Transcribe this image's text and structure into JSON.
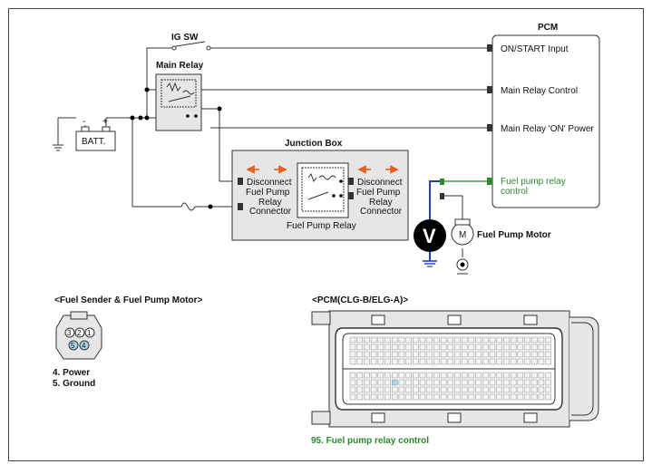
{
  "ig_sw_label": "IG SW",
  "main_relay_label": "Main Relay",
  "batt_label": "BATT.",
  "batt_minus": "-",
  "batt_plus": "+",
  "pcm_title": "PCM",
  "pcm_inputs": [
    "ON/START Input",
    "Main Relay Control",
    "Main Relay 'ON' Power"
  ],
  "pcm_fuel_line1": "Fuel pump relay",
  "pcm_fuel_line2": "control",
  "junction_box_label": "Junction Box",
  "disconnect_left": [
    "Disconnect",
    "Fuel Pump",
    "Relay",
    "Connector"
  ],
  "disconnect_right": [
    "Disconnect",
    "Fuel Pump",
    "Relay",
    "Connector"
  ],
  "fuel_pump_relay_label": "Fuel Pump Relay",
  "voltmeter_symbol": "V",
  "motor_symbol": "M",
  "fuel_pump_motor_label": "Fuel Pump Motor",
  "sender_title": "<Fuel Sender & Fuel Pump Motor>",
  "sender_pins_top": [
    "3",
    "2",
    "1"
  ],
  "sender_pins_bottom": [
    "5",
    "4"
  ],
  "sender_notes": [
    "4. Power",
    "5. Ground"
  ],
  "pcm_connector_title": "<PCM(CLG-B/ELG-A)>",
  "pcm_connector_note": "95. Fuel pump relay control",
  "colors": {
    "green": "#2a8a2a",
    "blue": "#1f3fbf",
    "orange": "#e8601c",
    "panel": "#e6e6e6",
    "highlight": "#a8d8e8"
  }
}
